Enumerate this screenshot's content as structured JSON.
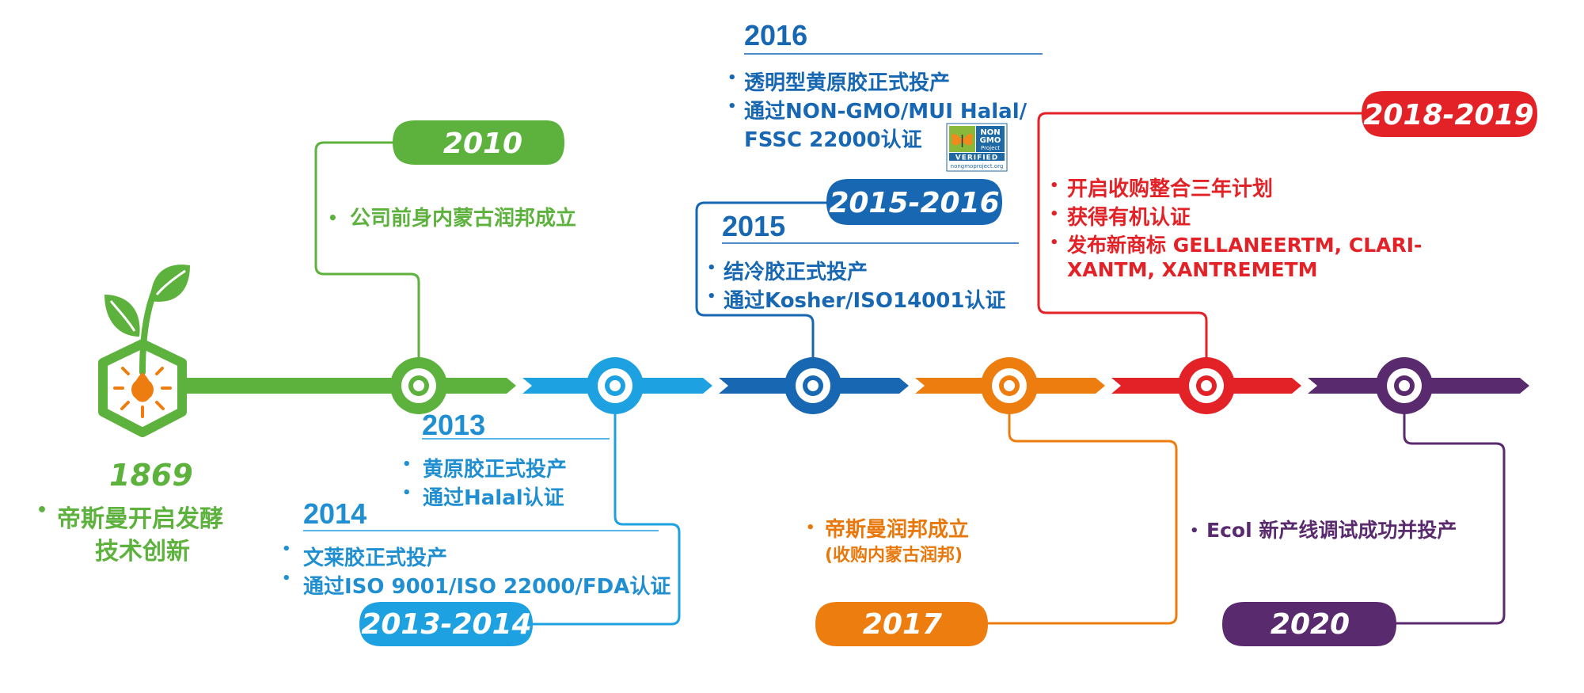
{
  "colors": {
    "green": "#5cb23c",
    "lightblue": "#1ea1e0",
    "blue": "#1767b3",
    "orange": "#ee7d0f",
    "red": "#e32227",
    "purple": "#5a2a6e"
  },
  "milestones": {
    "m1869": {
      "year": "1869",
      "line1": "帝斯曼开启发酵",
      "line2": "技术创新",
      "icon": "sprout-hexagon-icon"
    },
    "m2010": {
      "pill": "2010",
      "item1": "公司前身内蒙古润邦成立"
    },
    "m2013_2014": {
      "pill": "2013-2014",
      "y2013": {
        "year": "2013",
        "item1": "黄原胶正式投产",
        "item2": "通过Halal认证"
      },
      "y2014": {
        "year": "2014",
        "item1": "文莱胶正式投产",
        "item2": "通过ISO 9001/ISO 22000/FDA认证"
      }
    },
    "m2015_2016": {
      "pill": "2015-2016",
      "y2015": {
        "year": "2015",
        "item1": "结冷胶正式投产",
        "item2": "通过Kosher/ISO14001认证"
      },
      "y2016": {
        "year": "2016",
        "item1": "透明型黄原胶正式投产",
        "item2_line1": "通过NON-GMO/MUI Halal/",
        "item2_line2": "FSSC 22000认证"
      },
      "badge": {
        "line1": "NON",
        "line2": "GMO",
        "line3": "Project",
        "line4": "VERIFIED",
        "url": "nongmoproject.org",
        "icon": "butterfly-icon"
      }
    },
    "m2017": {
      "pill": "2017",
      "item1": "帝斯曼润邦成立",
      "item1_sub": "(收购内蒙古润邦)"
    },
    "m2018_2019": {
      "pill": "2018-2019",
      "item1": "开启收购整合三年计划",
      "item2": "获得有机认证",
      "item3_line1": "发布新商标 GELLANEERTM, CLARI-",
      "item3_line2": "XANTM, XANTREMETM"
    },
    "m2020": {
      "pill": "2020",
      "item1": "Ecol 新产线调试成功并投产"
    }
  }
}
